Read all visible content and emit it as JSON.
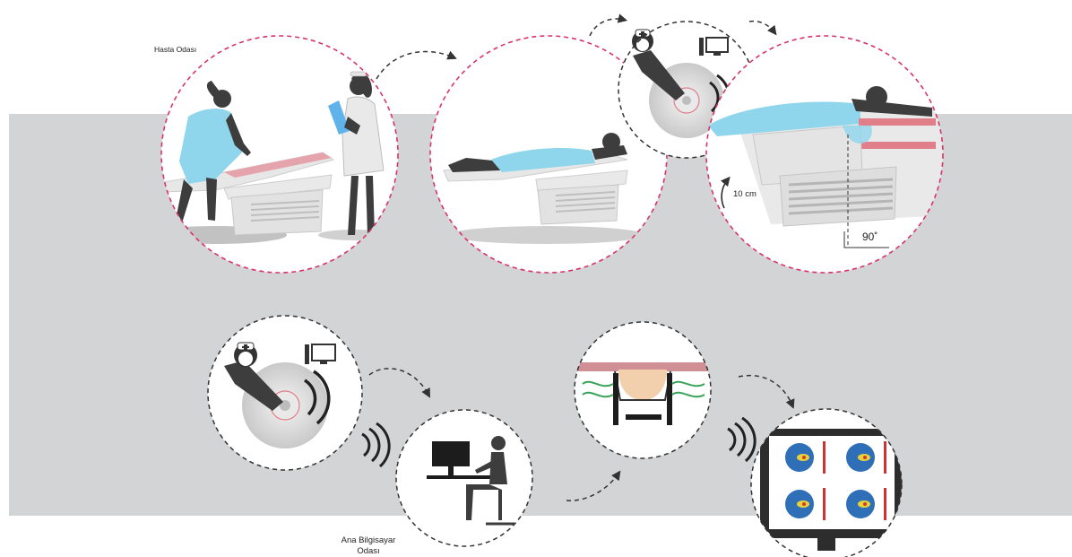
{
  "labels": {
    "patient_room": "Hasta Odası",
    "main_computer_room_line1": "Ana Bilgisayar",
    "main_computer_room_line2": "Odası",
    "lift_height": "10 cm",
    "angle": "90˚"
  },
  "colors": {
    "band": "#d3d4d6",
    "pink_dashed_circle": "#d9336a",
    "dark_dashed_circle": "#333333",
    "gown": "#8fd6ec",
    "silhouette": "#3d3d3d",
    "device": "#e6e6e6",
    "accent_pink": "#e07f8a",
    "wave_green": "#3aa35a"
  },
  "icons": [
    "nurse-icon",
    "computer-icon",
    "hand-press-icon",
    "signal-waves-icon",
    "monitor-icon",
    "scan-map-icon"
  ]
}
